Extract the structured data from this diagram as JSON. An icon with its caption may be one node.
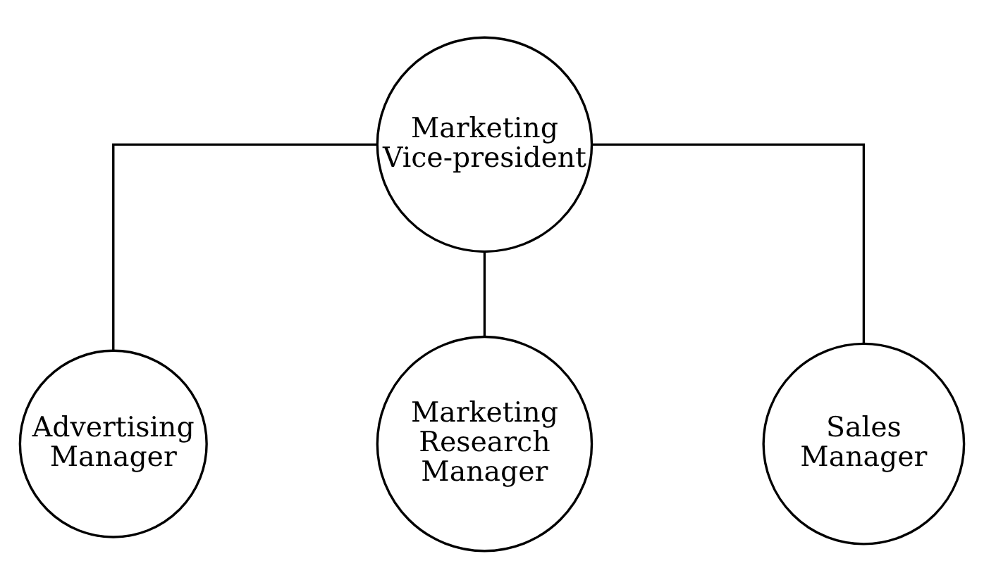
{
  "diagram": {
    "nodes": [
      {
        "text": [
          "Marketing Vice-president"
        ]
      },
      {
        "text": [
          "Advertising Manager"
        ]
      },
      {
        "text": [
          "Marketing Research Manager"
        ]
      },
      {
        "text": [
          "Sales Manager"
        ]
      }
    ],
    "edges": [
      {
        "from": 0,
        "to": 1,
        "arrow": "none"
      },
      {
        "from": 0,
        "to": 2,
        "arrow": "none"
      },
      {
        "from": 0,
        "to": 3,
        "arrow": "none"
      }
    ]
  }
}
